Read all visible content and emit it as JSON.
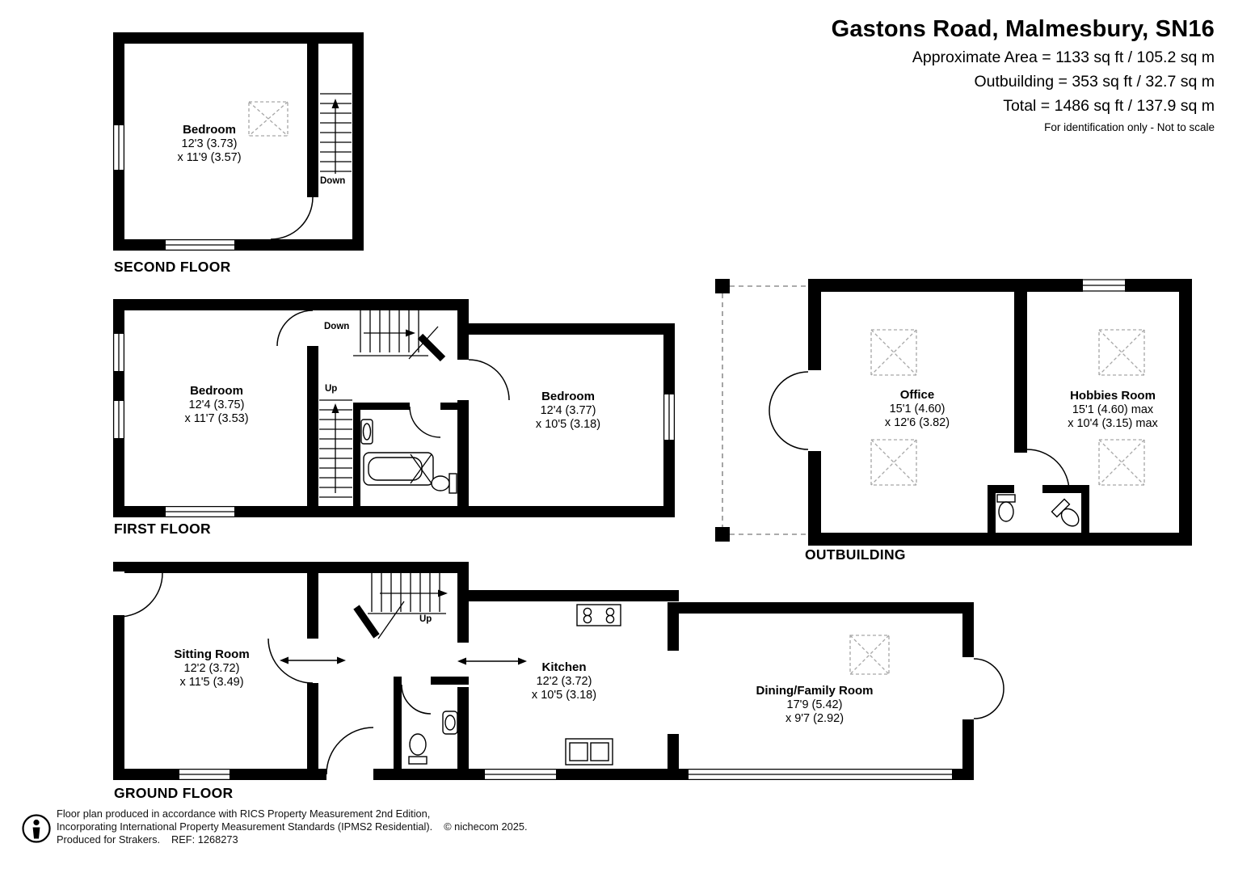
{
  "header": {
    "title": "Gastons Road, Malmesbury, SN16",
    "approx_area": "Approximate Area = 1133 sq ft / 105.2 sq m",
    "outbuilding_area": "Outbuilding = 353 sq ft / 32.7 sq m",
    "total_area": "Total = 1486 sq ft / 137.9 sq m",
    "disclaimer": "For identification only - Not to scale"
  },
  "floors": {
    "second": {
      "label": "SECOND FLOOR",
      "bedroom": {
        "name": "Bedroom",
        "dim1": "12'3 (3.73)",
        "dim2": "x 11'9 (3.57)"
      },
      "stairs": {
        "down": "Down"
      }
    },
    "first": {
      "label": "FIRST FLOOR",
      "bedroom_left": {
        "name": "Bedroom",
        "dim1": "12'4 (3.75)",
        "dim2": "x 11'7 (3.53)"
      },
      "bedroom_right": {
        "name": "Bedroom",
        "dim1": "12'4 (3.77)",
        "dim2": "x 10'5 (3.18)"
      },
      "stairs": {
        "down": "Down",
        "up": "Up"
      }
    },
    "ground": {
      "label": "GROUND FLOOR",
      "sitting_room": {
        "name": "Sitting Room",
        "dim1": "12'2 (3.72)",
        "dim2": "x 11'5 (3.49)"
      },
      "kitchen": {
        "name": "Kitchen",
        "dim1": "12'2 (3.72)",
        "dim2": "x 10'5 (3.18)"
      },
      "dining": {
        "name": "Dining/Family Room",
        "dim1": "17'9 (5.42)",
        "dim2": "x 9'7 (2.92)"
      },
      "stairs": {
        "up": "Up"
      }
    },
    "outbuilding": {
      "label": "OUTBUILDING",
      "office": {
        "name": "Office",
        "dim1": "15'1 (4.60)",
        "dim2": "x 12'6 (3.82)"
      },
      "hobbies": {
        "name": "Hobbies Room",
        "dim1": "15'1 (4.60) max",
        "dim2": "x 10'4 (3.15) max"
      }
    }
  },
  "footer": {
    "line1": "Floor plan produced in accordance with RICS Property Measurement 2nd Edition,",
    "line2": "Incorporating International Property Measurement Standards (IPMS2 Residential).",
    "copyright": "© nichecom 2025.",
    "line3a": "Produced for Strakers.",
    "line3b": "REF: 1268273"
  }
}
